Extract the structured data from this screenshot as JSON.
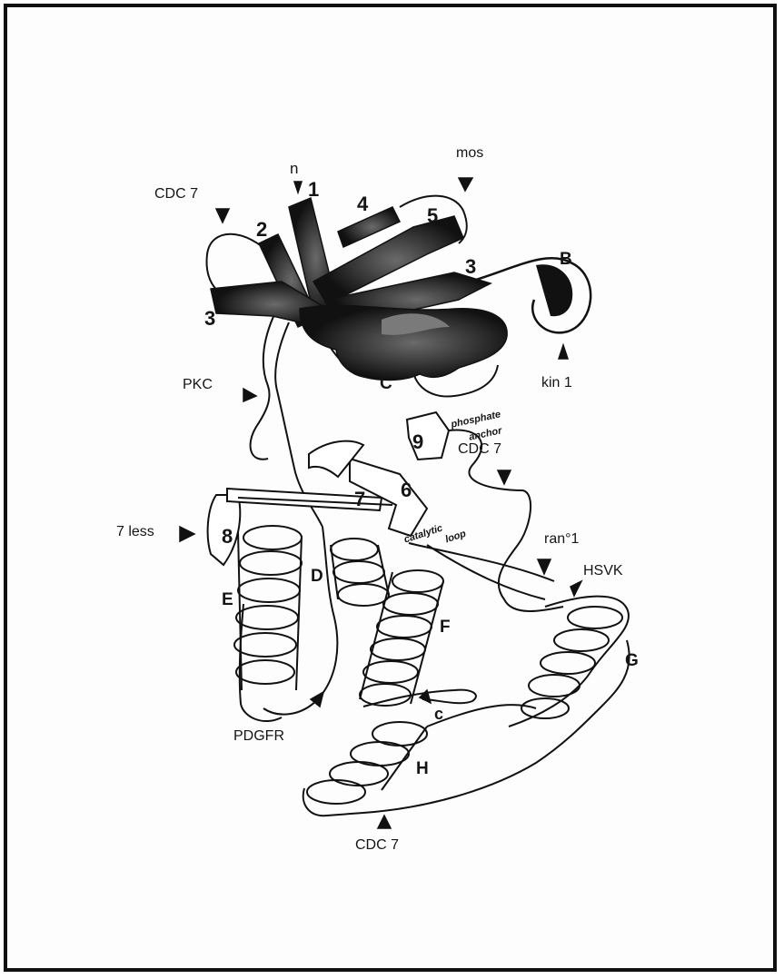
{
  "diagram": {
    "strands": [
      "1",
      "2",
      "3",
      "3",
      "4",
      "5",
      "6",
      "7",
      "8",
      "9"
    ],
    "helices": [
      "B",
      "C",
      "D",
      "E",
      "F",
      "G",
      "H"
    ],
    "termini": {
      "n": "n",
      "c": "c"
    },
    "annotations": {
      "cdc7_top": "CDC 7",
      "cdc7_mid": "CDC 7",
      "cdc7_bottom": "CDC 7",
      "mos": "mos",
      "pkc": "PKC",
      "kin1": "kin 1",
      "sevenless": "7 less",
      "ran1": "ran°1",
      "hsvk": "HSVK",
      "pdgfr": "PDGFR",
      "phosphate_anchor_1": "phosphate",
      "phosphate_anchor_2": "anchor",
      "catalytic_loop_1": "catalytic",
      "catalytic_loop_2": "loop"
    }
  }
}
